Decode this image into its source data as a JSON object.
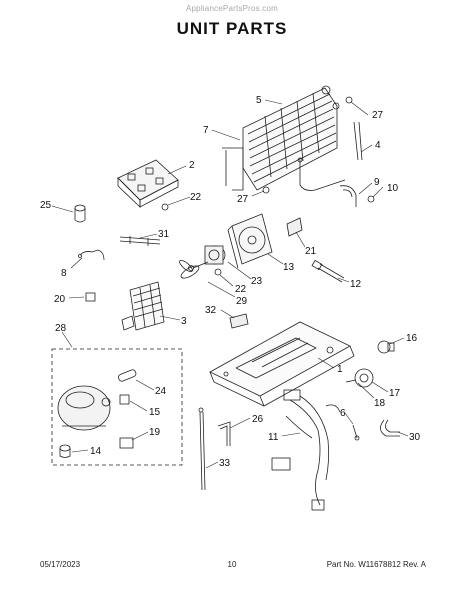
{
  "watermark": "AppliancePartsPros.com",
  "title": "UNIT PARTS",
  "callouts": {
    "c1": "1",
    "c2": "2",
    "c3": "3",
    "c4": "4",
    "c5": "5",
    "c6": "6",
    "c7": "7",
    "c8": "8",
    "c9": "9",
    "c10": "10",
    "c11": "11",
    "c12": "12",
    "c13": "13",
    "c14": "14",
    "c15": "15",
    "c16": "16",
    "c17": "17",
    "c18": "18",
    "c19": "19",
    "c20": "20",
    "c21": "21",
    "c22a": "22",
    "c22b": "22",
    "c23": "23",
    "c24": "24",
    "c25": "25",
    "c26": "26",
    "c27a": "27",
    "c27b": "27",
    "c28": "28",
    "c29": "29",
    "c30": "30",
    "c31": "31",
    "c32": "32",
    "c33": "33"
  },
  "footer": {
    "date": "05/17/2023",
    "page": "10",
    "part": "Part No. W11678812  Rev. A"
  }
}
